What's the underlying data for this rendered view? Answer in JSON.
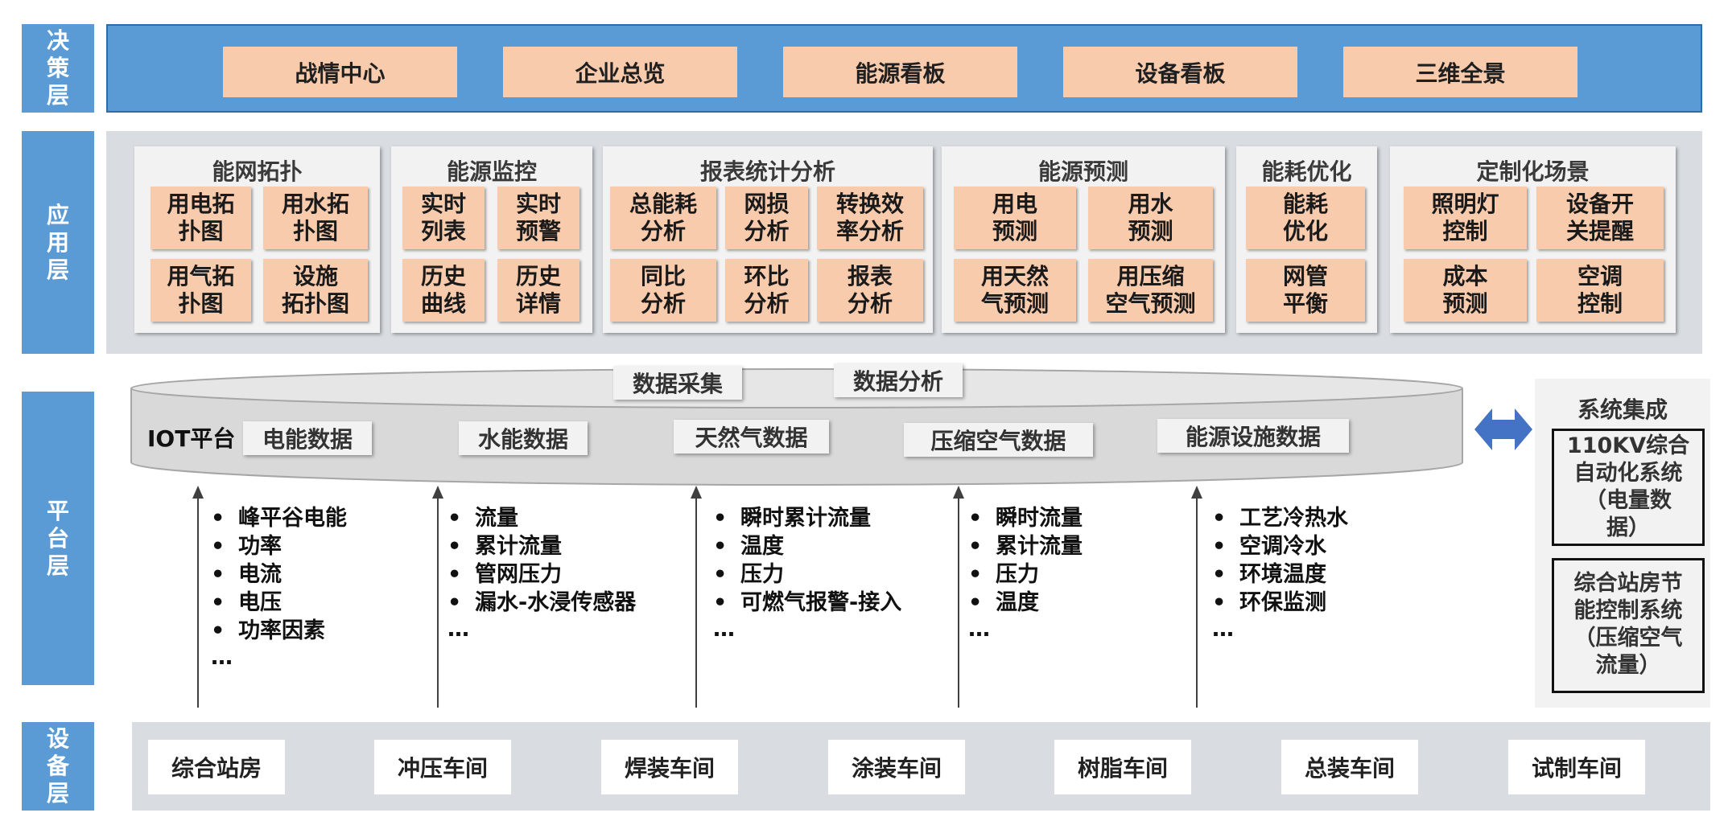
{
  "layers": {
    "decision": "决策层",
    "application": "应用层",
    "platform": "平台层",
    "device": "设备层"
  },
  "decision_items": [
    "战情中心",
    "企业总览",
    "能源看板",
    "设备看板",
    "三维全景"
  ],
  "app_groups": [
    {
      "title": "能网拓扑",
      "cells": [
        "用电拓\n扑图",
        "用水拓\n扑图",
        "用气拓\n扑图",
        "设施\n拓扑图"
      ]
    },
    {
      "title": "能源监控",
      "cells": [
        "实时\n列表",
        "实时\n预警",
        "历史\n曲线",
        "历史\n详情"
      ]
    },
    {
      "title": "报表统计分析",
      "cells": [
        "总能耗\n分析",
        "网损\n分析",
        "转换效\n率分析",
        "同比\n分析",
        "环比\n分析",
        "报表\n分析"
      ]
    },
    {
      "title": "能源预测",
      "cells": [
        "用电\n预测",
        "用水\n预测",
        "用天然\n气预测",
        "用压缩\n空气预测"
      ]
    },
    {
      "title": "能耗优化",
      "cells": [
        "能耗\n优化",
        "网管\n平衡"
      ]
    },
    {
      "title": "定制化场景",
      "cells": [
        "照明灯\n控制",
        "设备开\n关提醒",
        "成本\n预测",
        "空调\n控制"
      ]
    }
  ],
  "platform": {
    "iot_label": "IOT平台",
    "top_tags": [
      "数据采集",
      "数据分析"
    ],
    "data_tags": [
      "电能数据",
      "水能数据",
      "天然气数据",
      "压缩空气数据",
      "能源设施数据"
    ],
    "bullet_groups": [
      {
        "items": [
          "峰平谷电能",
          "功率",
          "电流",
          "电压",
          "功率因素"
        ],
        "more": "…"
      },
      {
        "items": [
          "流量",
          "累计流量",
          "管网压力",
          "漏水-水浸传感器"
        ],
        "more": "…"
      },
      {
        "items": [
          "瞬时累计流量",
          "温度",
          "压力",
          "可燃气报警-接入"
        ],
        "more": "…"
      },
      {
        "items": [
          "瞬时流量",
          "累计流量",
          "压力",
          "温度"
        ],
        "more": "…"
      },
      {
        "items": [
          "工艺冷热水",
          "空调冷水",
          "环境温度",
          "环保监测"
        ],
        "more": "…"
      }
    ]
  },
  "system_integration": {
    "title": "系统集成",
    "boxes": [
      "110KV综合\n自动化系统\n（电量数\n据）",
      "综合站房节\n能控制系统\n（压缩空气\n流量）"
    ]
  },
  "device_items": [
    "综合站房",
    "冲压车间",
    "焊装车间",
    "涂装车间",
    "树脂车间",
    "总装车间",
    "试制车间"
  ],
  "colors": {
    "layer_blue": "#5b9bd5",
    "peach": "#f8cbad",
    "panel_grey": "#d9dde2",
    "arrow_blue": "#4472c4"
  },
  "icons": {
    "double_arrow": "left-right-arrow-icon",
    "up_arrow": "up-arrow-icon"
  }
}
